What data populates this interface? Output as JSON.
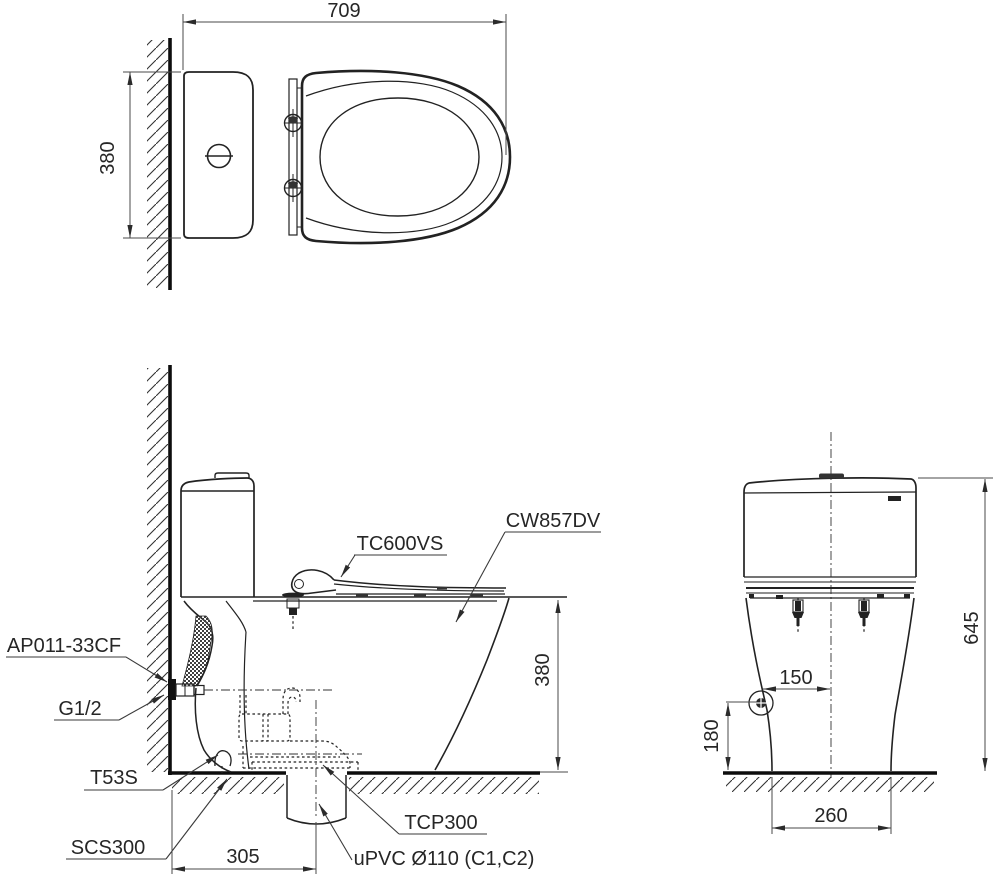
{
  "views": {
    "plan": {
      "dim_width": "709",
      "dim_depth": "380"
    },
    "side": {
      "label_seat": "TC600VS",
      "label_bowl": "CW857DV",
      "label_stop_valve": "AP011-33CF",
      "label_thread": "G1/2",
      "label_t53s": "T53S",
      "label_scs300": "SCS300",
      "label_tcp300": "TCP300",
      "label_drain_pipe": "uPVC Ø110 (C1,C2)",
      "dim_seat_height": "380",
      "dim_rough_in": "305"
    },
    "front": {
      "dim_total_height": "645",
      "dim_inlet_offset": "150",
      "dim_inlet_height": "180",
      "dim_base_width": "260"
    }
  },
  "colors": {
    "line": "#222222",
    "thick_line": "#0d0d0d",
    "dimension": "#4a4a4a",
    "text": "#262626",
    "background": "#ffffff"
  }
}
